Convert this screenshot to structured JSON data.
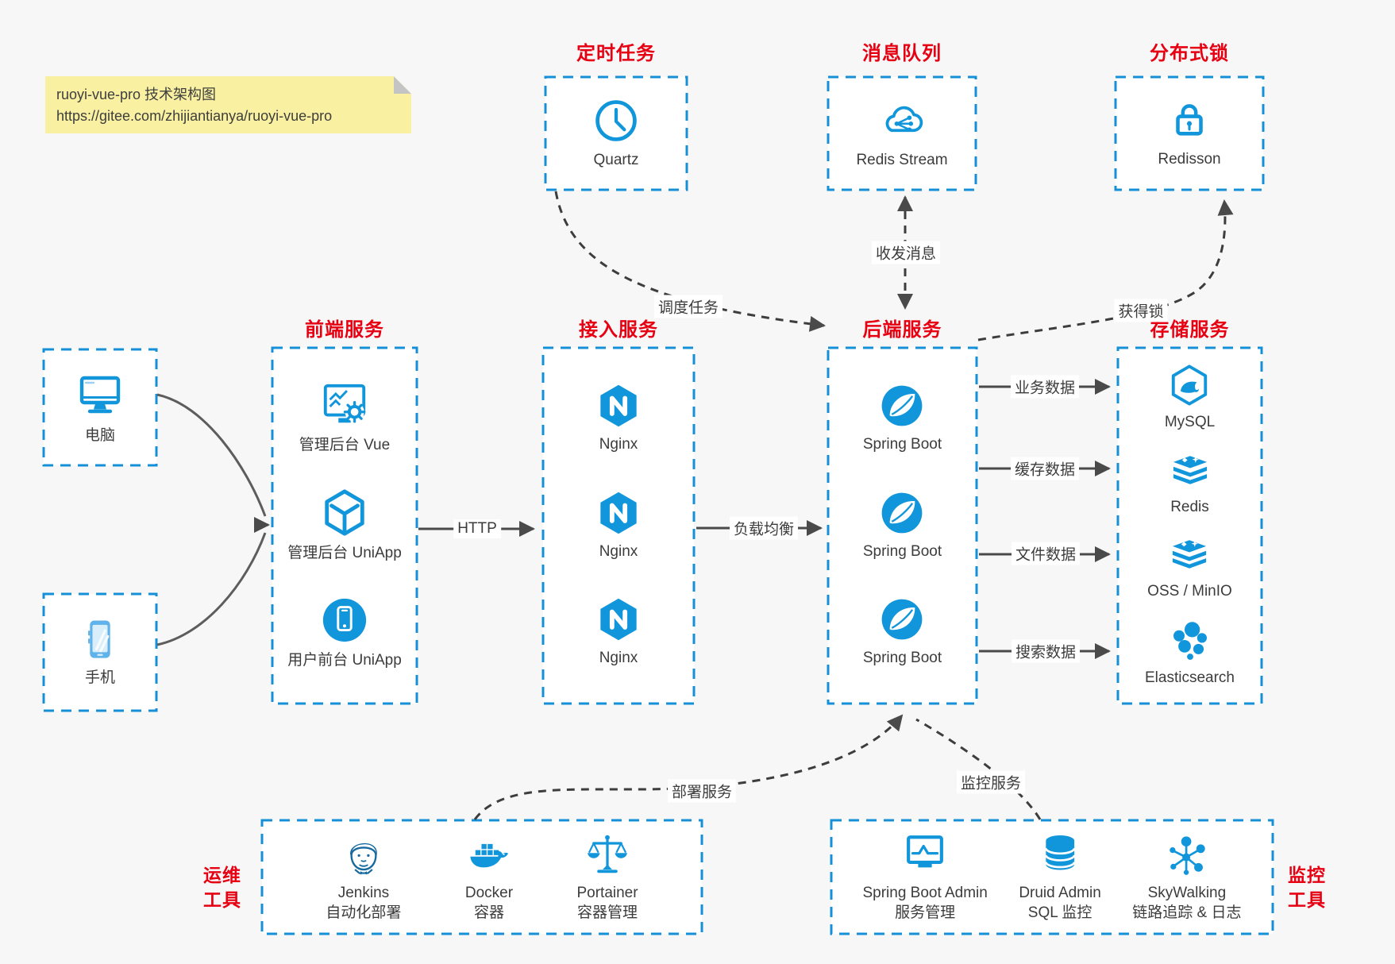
{
  "note": {
    "line1": "ruoyi-vue-pro 技术架构图",
    "line2": "https://gitee.com/zhijiantianya/ruoyi-vue-pro"
  },
  "colors": {
    "accent_blue": "#1296db",
    "border_blue": "#1590d8",
    "title_red": "#e60012",
    "note_bg": "#f9f1a1",
    "canvas_bg": "#f7f7f8",
    "arrow_gray": "#4a4a4a"
  },
  "groups": {
    "scheduler": {
      "title": "定时任务",
      "items": [
        {
          "icon": "clock-icon",
          "label": "Quartz"
        }
      ]
    },
    "mq": {
      "title": "消息队列",
      "items": [
        {
          "icon": "cloud-stream-icon",
          "label": "Redis Stream"
        }
      ]
    },
    "dlock": {
      "title": "分布式锁",
      "items": [
        {
          "icon": "lock-icon",
          "label": "Redisson"
        }
      ]
    },
    "devices": {
      "items": [
        {
          "icon": "desktop-icon",
          "label": "电脑"
        },
        {
          "icon": "mobile-icon",
          "label": "手机"
        }
      ]
    },
    "frontend": {
      "title": "前端服务",
      "items": [
        {
          "icon": "admin-monitor-gear-icon",
          "label": "管理后台 Vue"
        },
        {
          "icon": "uniapp-cube-icon",
          "label": "管理后台 UniApp"
        },
        {
          "icon": "phone-circle-icon",
          "label": "用户前台 UniApp"
        }
      ]
    },
    "gateway": {
      "title": "接入服务",
      "items": [
        {
          "icon": "nginx-icon",
          "label": "Nginx"
        },
        {
          "icon": "nginx-icon",
          "label": "Nginx"
        },
        {
          "icon": "nginx-icon",
          "label": "Nginx"
        }
      ]
    },
    "backend": {
      "title": "后端服务",
      "items": [
        {
          "icon": "spring-boot-icon",
          "label": "Spring Boot"
        },
        {
          "icon": "spring-boot-icon",
          "label": "Spring Boot"
        },
        {
          "icon": "spring-boot-icon",
          "label": "Spring Boot"
        }
      ]
    },
    "storage": {
      "title": "存储服务",
      "items": [
        {
          "icon": "mysql-icon",
          "label": "MySQL"
        },
        {
          "icon": "redis-icon",
          "label": "Redis"
        },
        {
          "icon": "oss-minio-icon",
          "label": "OSS / MinIO"
        },
        {
          "icon": "elasticsearch-icon",
          "label": "Elasticsearch"
        }
      ]
    },
    "ops": {
      "title_line1": "运维",
      "title_line2": "工具",
      "items": [
        {
          "icon": "jenkins-icon",
          "line1": "Jenkins",
          "line2": "自动化部署"
        },
        {
          "icon": "docker-icon",
          "line1": "Docker",
          "line2": "容器"
        },
        {
          "icon": "portainer-icon",
          "line1": "Portainer",
          "line2": "容器管理"
        }
      ]
    },
    "monitoring": {
      "title_line1": "监控",
      "title_line2": "工具",
      "items": [
        {
          "icon": "spring-boot-admin-icon",
          "line1": "Spring Boot Admin",
          "line2": "服务管理"
        },
        {
          "icon": "druid-icon",
          "line1": "Druid Admin",
          "line2": "SQL 监控"
        },
        {
          "icon": "skywalking-icon",
          "line1": "SkyWalking",
          "line2": "链路追踪 & 日志"
        }
      ]
    }
  },
  "edges": {
    "http": "HTTP",
    "load_balance": "负载均衡",
    "business_data": "业务数据",
    "cache_data": "缓存数据",
    "file_data": "文件数据",
    "search_data": "搜索数据",
    "schedule_task": "调度任务",
    "send_receive_message": "收发消息",
    "acquire_lock": "获得锁",
    "deploy_service": "部署服务",
    "monitor_service": "监控服务"
  }
}
